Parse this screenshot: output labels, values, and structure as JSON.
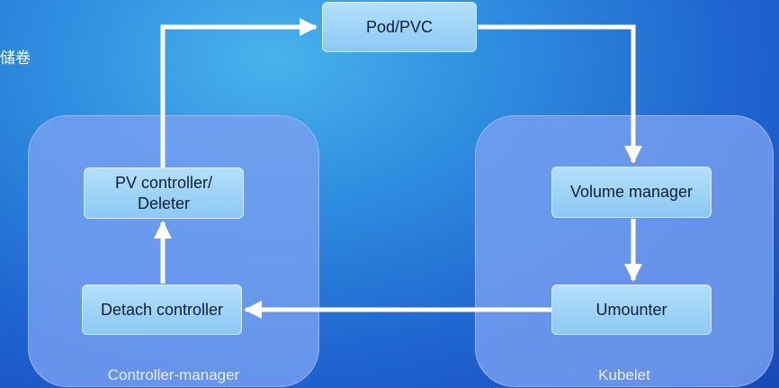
{
  "side_label": "储卷",
  "groups": {
    "controller_manager": "Controller-manager",
    "kubelet": "Kubelet"
  },
  "nodes": {
    "pod_pvc": "Pod/PVC",
    "pv_controller_line1": "PV controller/",
    "pv_controller_line2": "Deleter",
    "detach_controller": "Detach controller",
    "volume_manager": "Volume manager",
    "umounter": "Umounter"
  },
  "edges": [
    {
      "from": "pod_pvc",
      "to": "volume_manager"
    },
    {
      "from": "volume_manager",
      "to": "umounter"
    },
    {
      "from": "umounter",
      "to": "detach_controller"
    },
    {
      "from": "detach_controller",
      "to": "pv_controller"
    },
    {
      "from": "pv_controller",
      "to": "pod_pvc"
    }
  ]
}
